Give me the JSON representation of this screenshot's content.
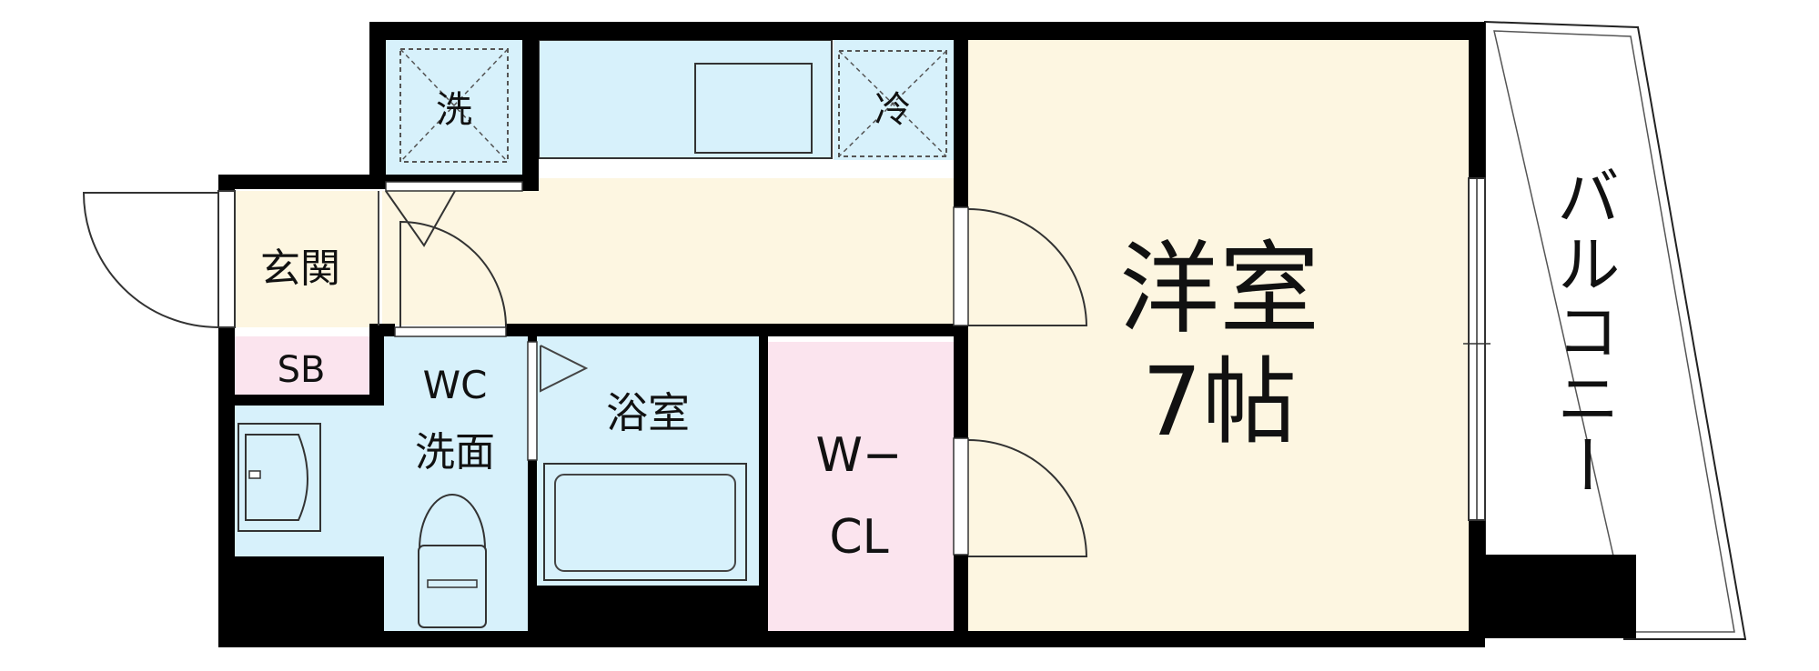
{
  "colors": {
    "wall": "#000000",
    "floor_wood": "#fdf6e1",
    "wet_area": "#d7f1fb",
    "storage_pink": "#fbe4ee",
    "line": "#444444",
    "text": "#111111"
  },
  "rooms": {
    "washer": "洗",
    "fridge": "冷",
    "entrance": "玄関",
    "shoe_box": "SB",
    "wc_line1": "WC",
    "wc_line2": "洗面",
    "bath": "浴室",
    "wcl_line1": "W−",
    "wcl_line2": "CL",
    "western_room": "洋室",
    "western_room_size": "7帖",
    "balcony": "バルコニー"
  }
}
